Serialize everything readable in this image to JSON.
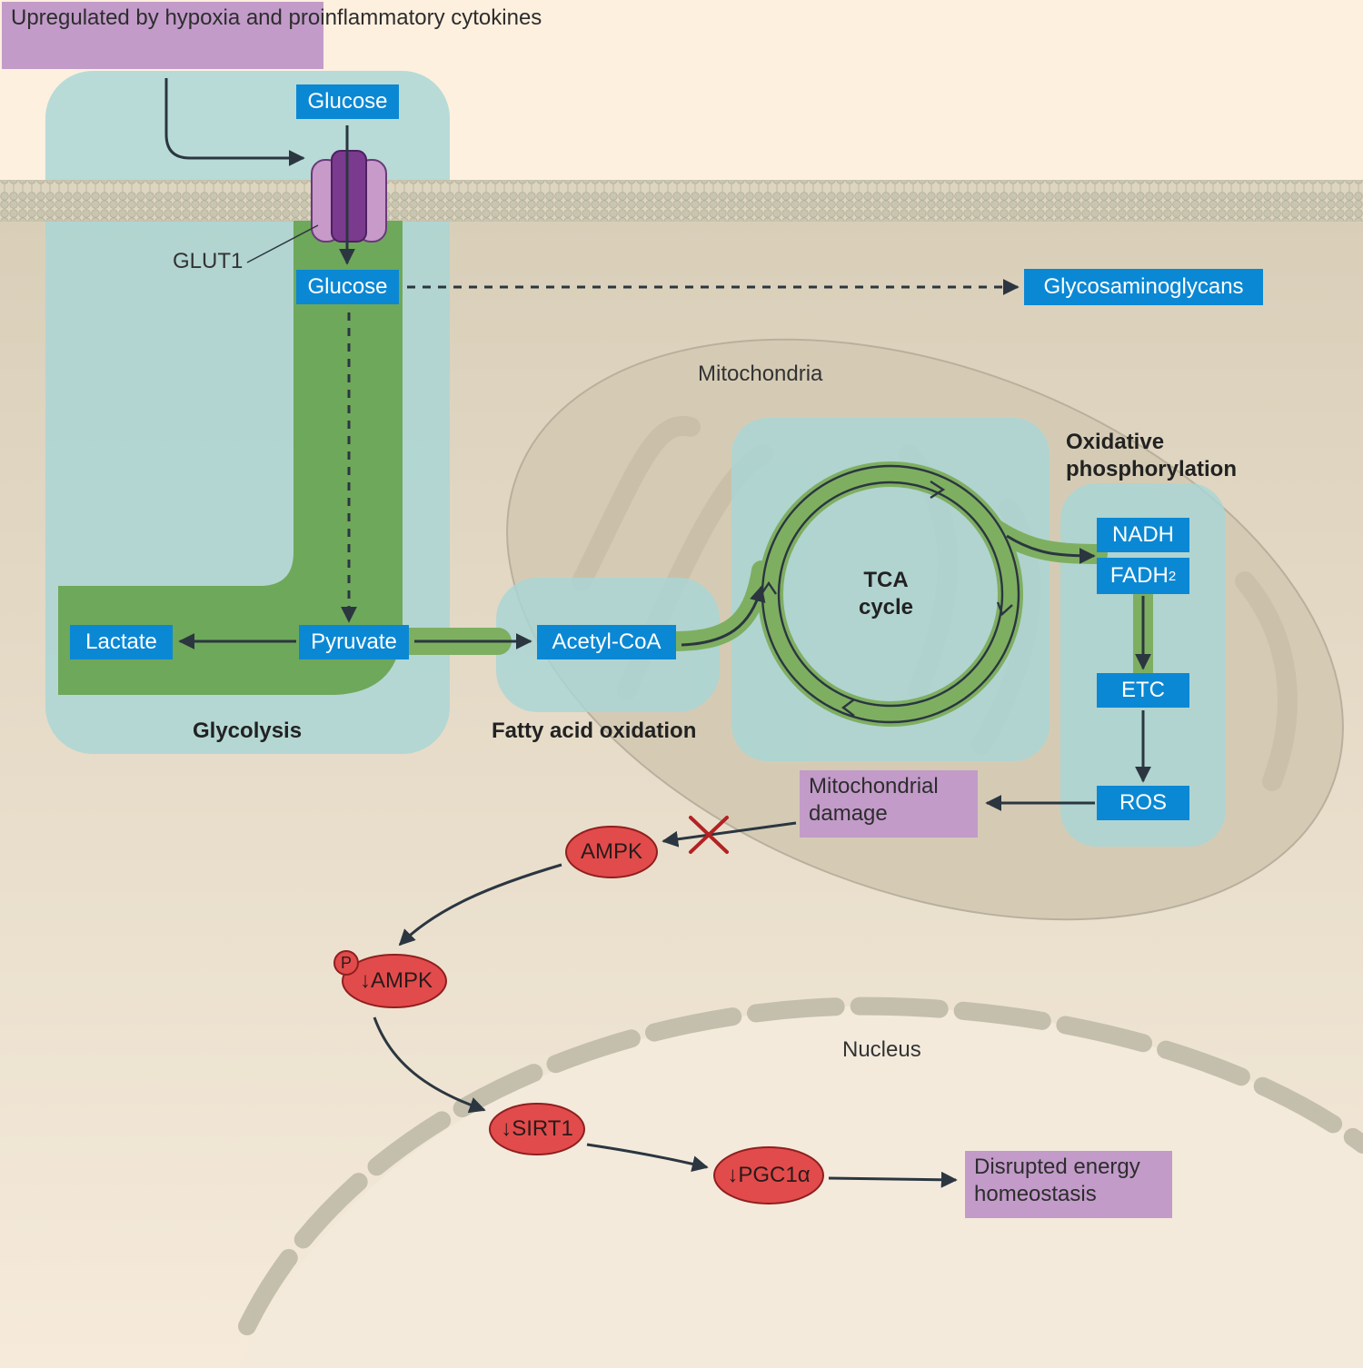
{
  "labels": {
    "upregulated": "Upregulated by hypoxia and proinflammatory cytokines",
    "glucose_out": "Glucose",
    "glucose_in": "Glucose",
    "glut1": "GLUT1",
    "glycosaminoglycans": "Glycosaminoglycans",
    "mitochondria": "Mitochondria",
    "lactate": "Lactate",
    "pyruvate": "Pyruvate",
    "acetyl_coa": "Acetyl-CoA",
    "tca_cycle": "TCA cycle",
    "oxphos": "Oxidative phosphorylation",
    "nadh": "NADH",
    "fadh2_base": "FADH",
    "fadh2_sub": "2",
    "etc": "ETC",
    "ros": "ROS",
    "glycolysis": "Glycolysis",
    "fatty_acid_oxidation": "Fatty acid oxidation",
    "mito_damage": "Mitochondrial damage",
    "ampk": "AMPK",
    "p_ampk": "↓AMPK",
    "phospho": "P",
    "sirt1": "↓SIRT1",
    "pgc1a": "↓PGC1α",
    "nucleus": "Nucleus",
    "disrupted": "Disrupted energy homeostasis"
  },
  "colors": {
    "background": "#fdf0df",
    "cytoplasm": "#e3d8c3",
    "membrane": "#c9c6b2",
    "region_box": "#a8d6d6",
    "pathway_green": "#7eaf61",
    "label_blue": "#0b88d4",
    "label_purple": "#c29bc9",
    "protein_red": "#e24b4b",
    "inhibition_x": "#b22222"
  },
  "icons": [
    "glut1-transporter-icon",
    "phosphate-icon",
    "inhibition-x-icon"
  ]
}
